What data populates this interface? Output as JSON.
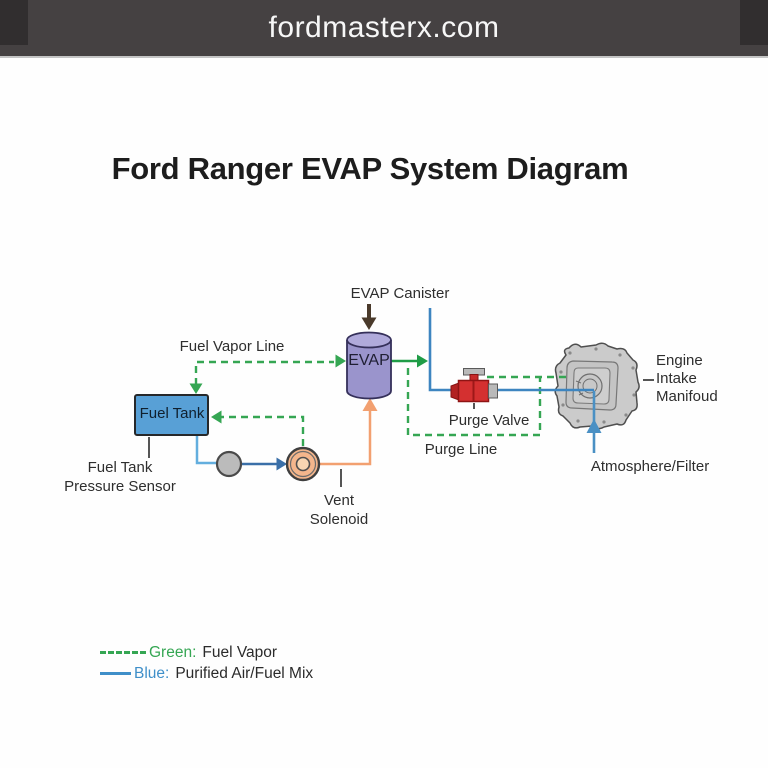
{
  "header": {
    "site_name": "fordmasterx.com"
  },
  "title": "Ford Ranger EVAP System Diagram",
  "diagram": {
    "evap_canister_label": "EVAP Canister",
    "evap_cylinder_text": "EVAP",
    "fuel_vapor_line_label": "Fuel Vapor Line",
    "fuel_tank_label": "Fuel Tank",
    "pressure_sensor_label": [
      "Fuel Tank",
      "Pressure Sensor"
    ],
    "vent_solenoid_label": [
      "Vent",
      "Solenoid"
    ],
    "purge_valve_label": "Purge Valve",
    "purge_line_label": "Purge Line",
    "engine_label": [
      "Engine",
      "Intake",
      "Manifoud"
    ],
    "atmosphere_label": "Atmosphere/Filter"
  },
  "legend": {
    "items": [
      {
        "color_word": "Green:",
        "description": "Fuel Vapor",
        "swatch": "green-dashed",
        "color": "#35a653"
      },
      {
        "color_word": "Blue:",
        "description": "Purified Air/Fuel Mix",
        "swatch": "blue-solid",
        "color": "#3f8fc9"
      }
    ]
  },
  "colors": {
    "header_bg": "#454142",
    "fuel_vapor_green": "#35a653",
    "solid_green_arrow": "#1f9c46",
    "purified_blue": "#3d85c0",
    "light_blue": "#63aede",
    "dark_blue_arrow": "#3a6fa8",
    "orange_line": "#f2a070",
    "fuel_tank_fill": "#58a0d6",
    "canister_fill": "#9a94cc",
    "valve_red": "#d43030",
    "engine_gray": "#cbcbcb",
    "canister_arrow_brown": "#4a3a2b"
  }
}
